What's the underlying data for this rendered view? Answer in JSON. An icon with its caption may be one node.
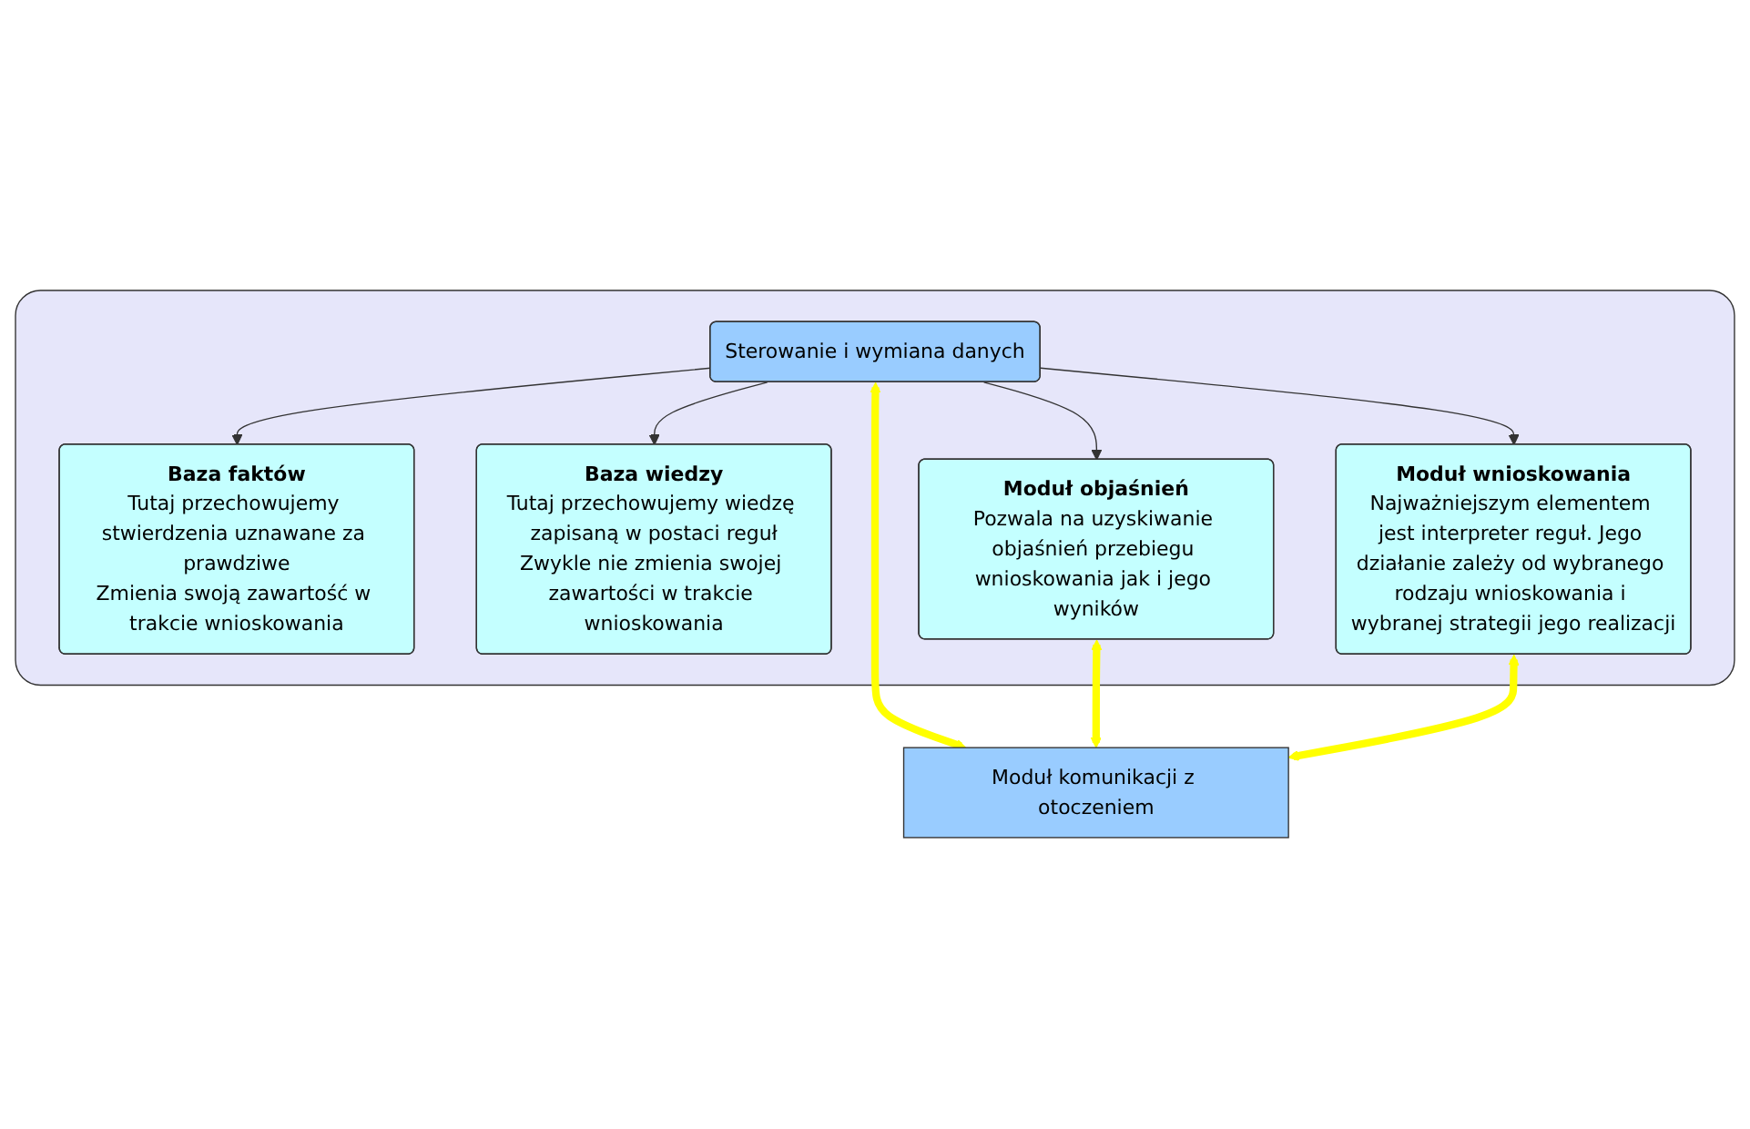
{
  "diagram": {
    "nodes": [
      {
        "text": [],
        "shape": "box"
      },
      {
        "text": [
          "Baza faktów",
          "Tutaj przechowujemy stwierdzenia uznawane za prawdziwe",
          "Zmienia swoją zawartość w trakcie wnioskowania"
        ],
        "in": 0
      },
      {
        "text": [
          "Baza wiedzy",
          "Tutaj przechowujemy wiedzę zapisaną w postaci reguł",
          "Zwykle nie zmienia swojej zawartości w trakcie wnioskowania"
        ],
        "in": 0
      },
      {
        "text": [
          "Sterowanie i wymiana danych"
        ],
        "in": 0
      },
      {
        "text": [
          "Moduł objaśnień",
          "Pozwala na uzyskiwanie objaśnień przebiegu wnioskowania jak i jego wyników"
        ],
        "in": 0
      },
      {
        "text": [
          "Moduł wnioskowania",
          "Najważniejszym elementem jest interpreter reguł. Jego działanie zależy od wybranego rodzaju wnioskowania i wybranej strategii jego realizacji"
        ],
        "in": 0
      },
      {
        "text": [
          "Moduł komunikacji z otoczeniem"
        ]
      }
    ],
    "edges": [
      {
        "from": 3,
        "to": 1,
        "arrow": "to"
      },
      {
        "from": 3,
        "to": 2,
        "arrow": "to"
      },
      {
        "from": 3,
        "to": 4,
        "arrow": "to"
      },
      {
        "from": 3,
        "to": 5,
        "arrow": "to"
      },
      {
        "from": 3,
        "to": 6,
        "arrow": "both",
        "style": "thick",
        "color": "#ffff00"
      },
      {
        "from": 4,
        "to": 6,
        "arrow": "both",
        "style": "thick",
        "color": "#ffff00"
      },
      {
        "from": 5,
        "to": 6,
        "arrow": "both",
        "style": "thick",
        "color": "#ffff00"
      }
    ]
  }
}
